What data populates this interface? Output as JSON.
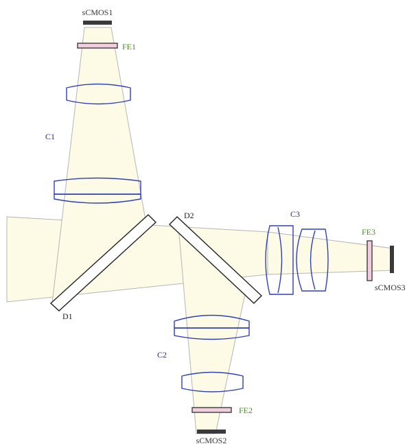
{
  "labels": {
    "sensor1": "sCMOS1",
    "sensor2": "sCMOS2",
    "sensor3": "sCMOS3",
    "filter1": "FE1",
    "filter2": "FE2",
    "filter3": "FE3",
    "lens1": "C1",
    "lens2": "C2",
    "lens3": "C3",
    "dichroic1": "D1",
    "dichroic2": "D2"
  },
  "colors": {
    "beam_fill": "#fdfbe6",
    "beam_edge": "#b4b4b4",
    "lens": "#2f3fb6",
    "filter_fill": "#f2cde0",
    "sensor": "#3a3a3a",
    "filter_label": "#4f8a2a",
    "lens_label": "#2a2a8a"
  }
}
